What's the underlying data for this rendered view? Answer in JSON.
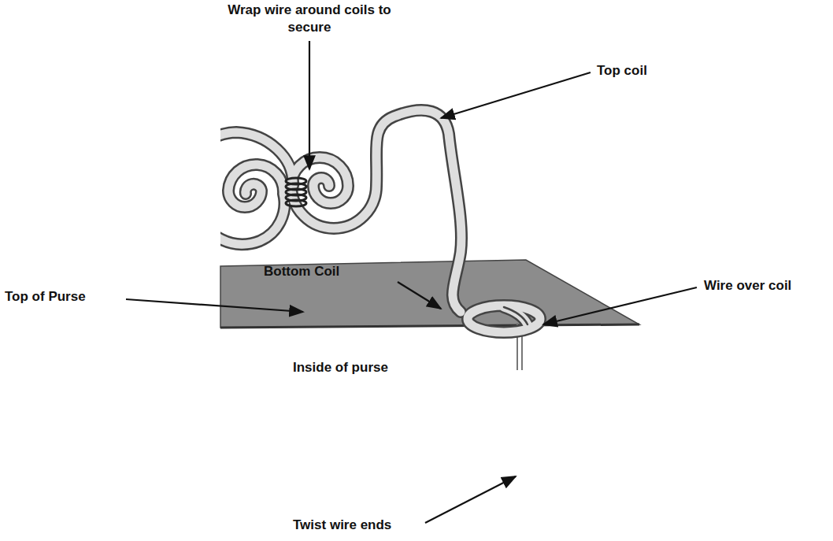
{
  "diagram": {
    "labels": [
      "Wrap wire around coils to secure",
      "Top coil",
      "Bottom Coil",
      "Wire over coil",
      "Top of Purse",
      "Inside of purse",
      "Twist wire ends"
    ]
  }
}
